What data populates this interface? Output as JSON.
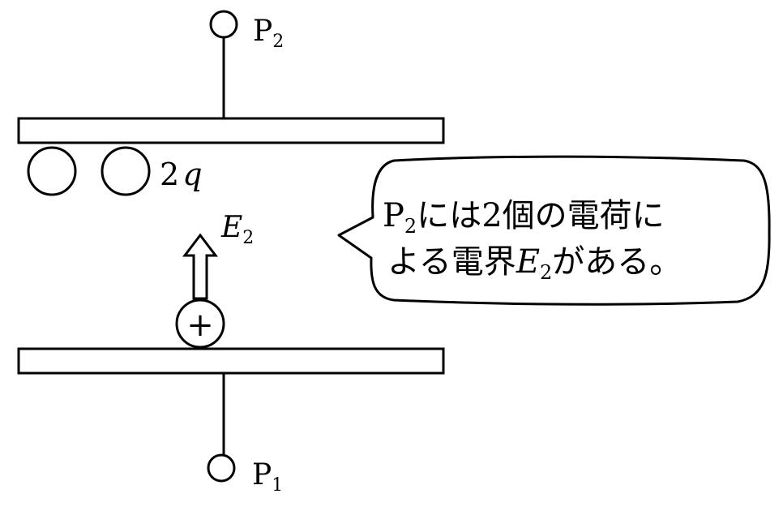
{
  "terminals": {
    "top": {
      "letter": "P",
      "sub": "2"
    },
    "bottom": {
      "letter": "P",
      "sub": "1"
    }
  },
  "charge_label": {
    "coef": "2",
    "symbol": "q"
  },
  "field_label": {
    "letter": "E",
    "sub": "2"
  },
  "positive_charge": {
    "sign": "+"
  },
  "bubble": {
    "line1": {
      "letter": "P",
      "sub": "2",
      "rest": "には2個の電荷に"
    },
    "line2": {
      "pre": "よる電界",
      "letter": "E",
      "sub": "2",
      "post": "がある。"
    }
  }
}
